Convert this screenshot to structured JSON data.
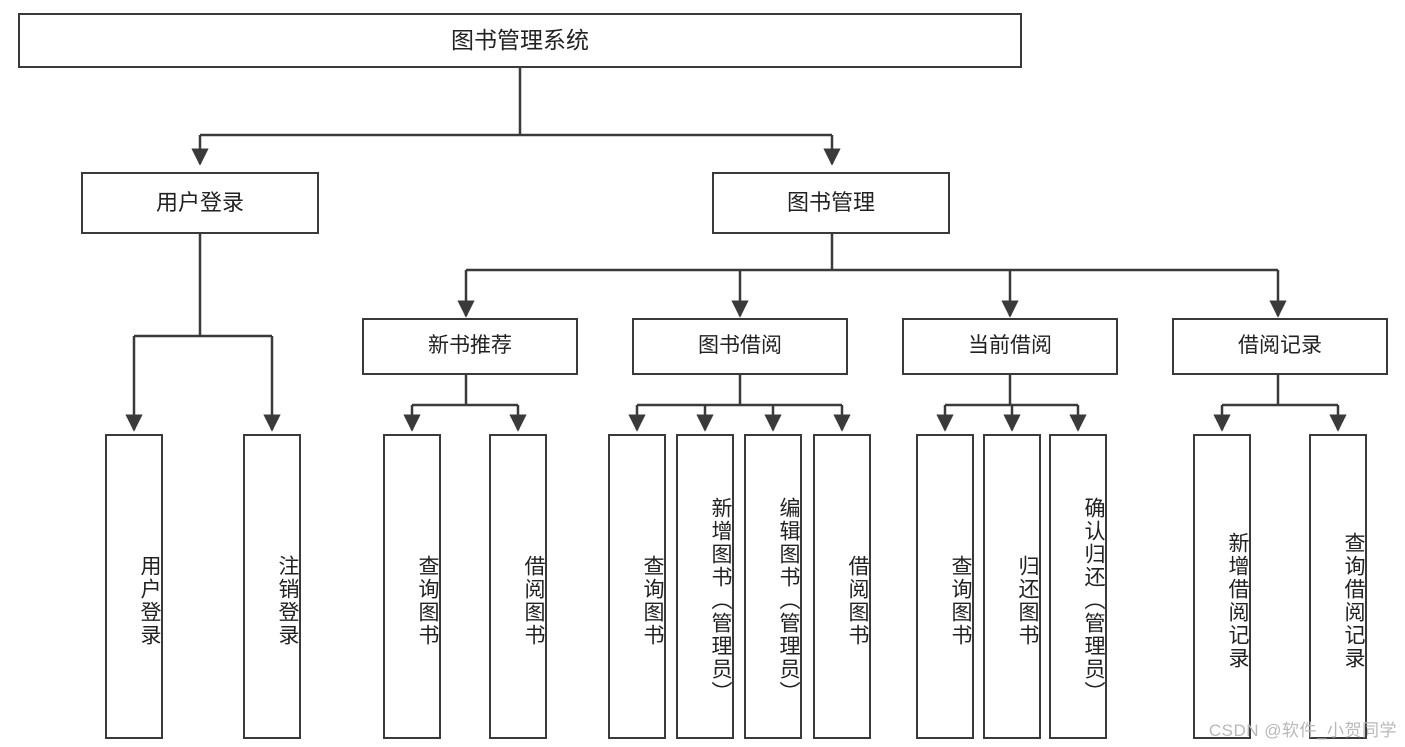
{
  "diagram": {
    "title": "图书管理系统",
    "type": "tree",
    "root": {
      "label": "图书管理系统"
    },
    "level2": [
      {
        "label": "用户登录"
      },
      {
        "label": "图书管理"
      }
    ],
    "level3": [
      {
        "label": "新书推荐"
      },
      {
        "label": "图书借阅"
      },
      {
        "label": "当前借阅"
      },
      {
        "label": "借阅记录"
      }
    ],
    "leaves": [
      {
        "label": "用户登录"
      },
      {
        "label": "注销登录"
      },
      {
        "label": "查询图书"
      },
      {
        "label": "借阅图书"
      },
      {
        "label": "查询图书"
      },
      {
        "label": "新增图书（管理员）"
      },
      {
        "label": "编辑图书（管理员）"
      },
      {
        "label": "借阅图书"
      },
      {
        "label": "查询图书"
      },
      {
        "label": "归还图书"
      },
      {
        "label": "确认归还（管理员）"
      },
      {
        "label": "新增借阅记录"
      },
      {
        "label": "查询借阅记录"
      }
    ],
    "colors": {
      "stroke": "#3a3a3a",
      "fill": "#ffffff",
      "text": "#222222",
      "watermark": "#b8b8b8"
    }
  },
  "watermark": {
    "text": "CSDN @软件_小贺同学"
  }
}
